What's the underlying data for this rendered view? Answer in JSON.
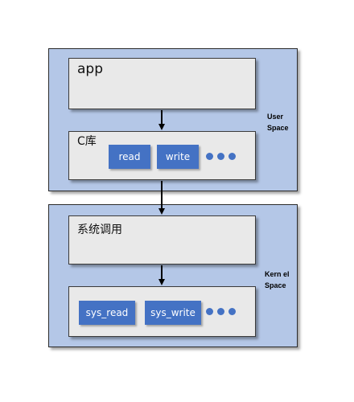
{
  "user_space": {
    "label_line1": "User",
    "label_line2": "Space",
    "app_box": {
      "title": "app"
    },
    "clib_box": {
      "title": "C库",
      "functions": [
        "read",
        "write"
      ]
    }
  },
  "kernel_space": {
    "label_line1": "Kern el",
    "label_line2": "Space",
    "syscall_box": {
      "title": "系统调用"
    },
    "impl_box": {
      "functions": [
        "sys_read",
        "sys_write"
      ]
    }
  },
  "colors": {
    "space_fill": "#b4c7e7",
    "box_fill": "#e9e9e9",
    "function_fill": "#4472c4"
  }
}
